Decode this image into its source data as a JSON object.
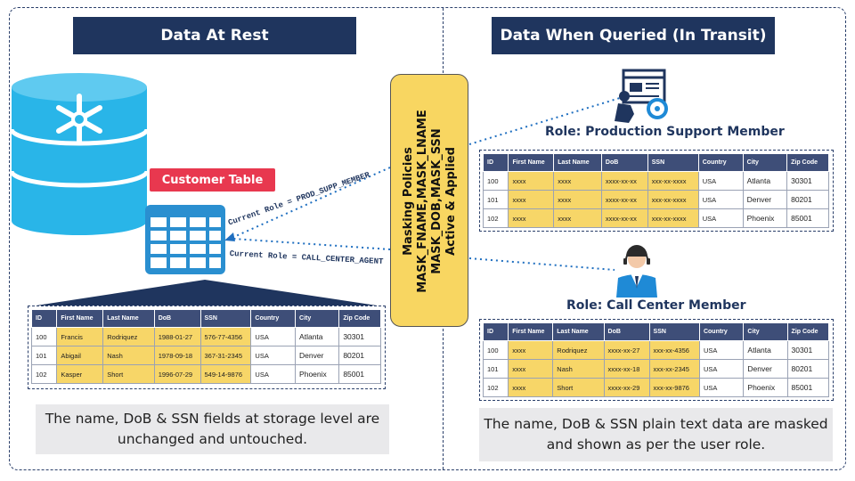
{
  "headers": {
    "left": "Data At Rest",
    "right": "Data When Queried (In Transit)"
  },
  "badge": "Customer Table",
  "policy": {
    "lines": [
      "Masking Policies",
      "MASK_FNAME,MASK_LNAME",
      "MASK_DOB,MASK_SSN",
      "Active & Applied"
    ]
  },
  "arrows": {
    "prod": "Current Role = PROD_SUPP_MEMBER",
    "call": "Current Role = CALL_CENTER_AGENT"
  },
  "roles": {
    "prod": "Role: Production Support Member",
    "call": "Role: Call Center Member"
  },
  "columns": [
    "ID",
    "First Name",
    "Last Name",
    "DoB",
    "SSN",
    "Country",
    "City",
    "Zip Code"
  ],
  "table_rest": [
    [
      "100",
      "Francis",
      "Rodriquez",
      "1988-01-27",
      "576-77-4356",
      "USA",
      "Atlanta",
      "30301"
    ],
    [
      "101",
      "Abigail",
      "Nash",
      "1978-09-18",
      "367-31-2345",
      "USA",
      "Denver",
      "80201"
    ],
    [
      "102",
      "Kasper",
      "Short",
      "1996-07-29",
      "549-14-9876",
      "USA",
      "Phoenix",
      "85001"
    ]
  ],
  "table_prod": [
    [
      "100",
      "xxxx",
      "xxxx",
      "xxxx-xx-xx",
      "xxx-xx-xxxx",
      "USA",
      "Atlanta",
      "30301"
    ],
    [
      "101",
      "xxxx",
      "xxxx",
      "xxxx-xx-xx",
      "xxx-xx-xxxx",
      "USA",
      "Denver",
      "80201"
    ],
    [
      "102",
      "xxxx",
      "xxxx",
      "xxxx-xx-xx",
      "xxx-xx-xxxx",
      "USA",
      "Phoenix",
      "85001"
    ]
  ],
  "table_call": [
    [
      "100",
      "xxxx",
      "Rodriquez",
      "xxxx-xx-27",
      "xxx-xx-4356",
      "USA",
      "Atlanta",
      "30301"
    ],
    [
      "101",
      "xxxx",
      "Nash",
      "xxxx-xx-18",
      "xxx-xx-2345",
      "USA",
      "Denver",
      "80201"
    ],
    [
      "102",
      "xxxx",
      "Short",
      "xxxx-xx-29",
      "xxx-xx-9876",
      "USA",
      "Phoenix",
      "85001"
    ]
  ],
  "notes": {
    "left": "The name, DoB & SSN fields at storage level are unchanged and untouched.",
    "right": "The name, DoB & SSN plain text data are masked and shown as per the user role."
  },
  "icons": {
    "database": "snowflake-database-icon",
    "table": "table-grid-icon",
    "support": "support-worker-icon",
    "agent": "call-center-agent-icon"
  },
  "colors": {
    "navy": "#1f355e",
    "highlight": "#f7d668",
    "badge": "#e8384f",
    "database": "#29b5e8"
  }
}
